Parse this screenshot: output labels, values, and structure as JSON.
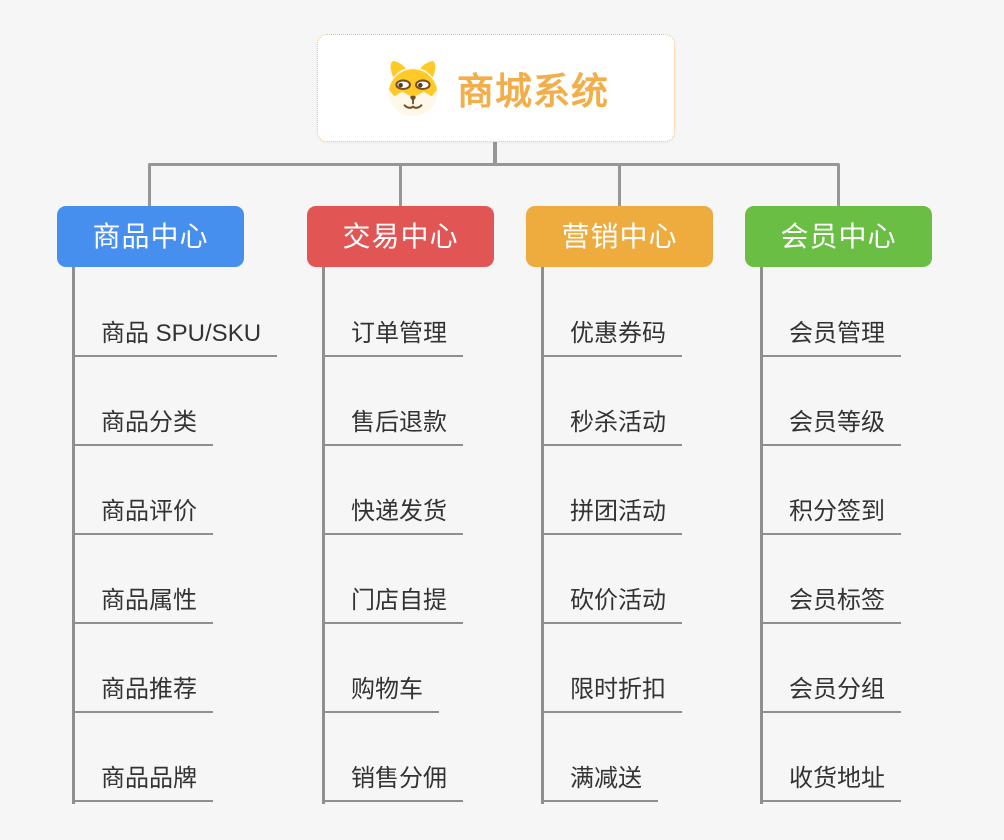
{
  "page": {
    "background": "#F6F6F6",
    "connector_color": "#979797"
  },
  "root": {
    "title": "商城系统",
    "icon": "shiba-dog-icon",
    "accent": "#F2AE4A",
    "border_color": "#F2BE7A"
  },
  "branches": [
    {
      "label": "商品中心",
      "color": "#478FEF",
      "children": [
        "商品 SPU/SKU",
        "商品分类",
        "商品评价",
        "商品属性",
        "商品推荐",
        "商品品牌"
      ]
    },
    {
      "label": "交易中心",
      "color": "#E15654",
      "children": [
        "订单管理",
        "售后退款",
        "快递发货",
        "门店自提",
        "购物车",
        "销售分佣"
      ]
    },
    {
      "label": "营销中心",
      "color": "#EEAC3E",
      "children": [
        "优惠券码",
        "秒杀活动",
        "拼团活动",
        "砍价活动",
        "限时折扣",
        "满减送"
      ]
    },
    {
      "label": "会员中心",
      "color": "#69BE43",
      "children": [
        "会员管理",
        "会员等级",
        "积分签到",
        "会员标签",
        "会员分组",
        "收货地址"
      ]
    }
  ]
}
